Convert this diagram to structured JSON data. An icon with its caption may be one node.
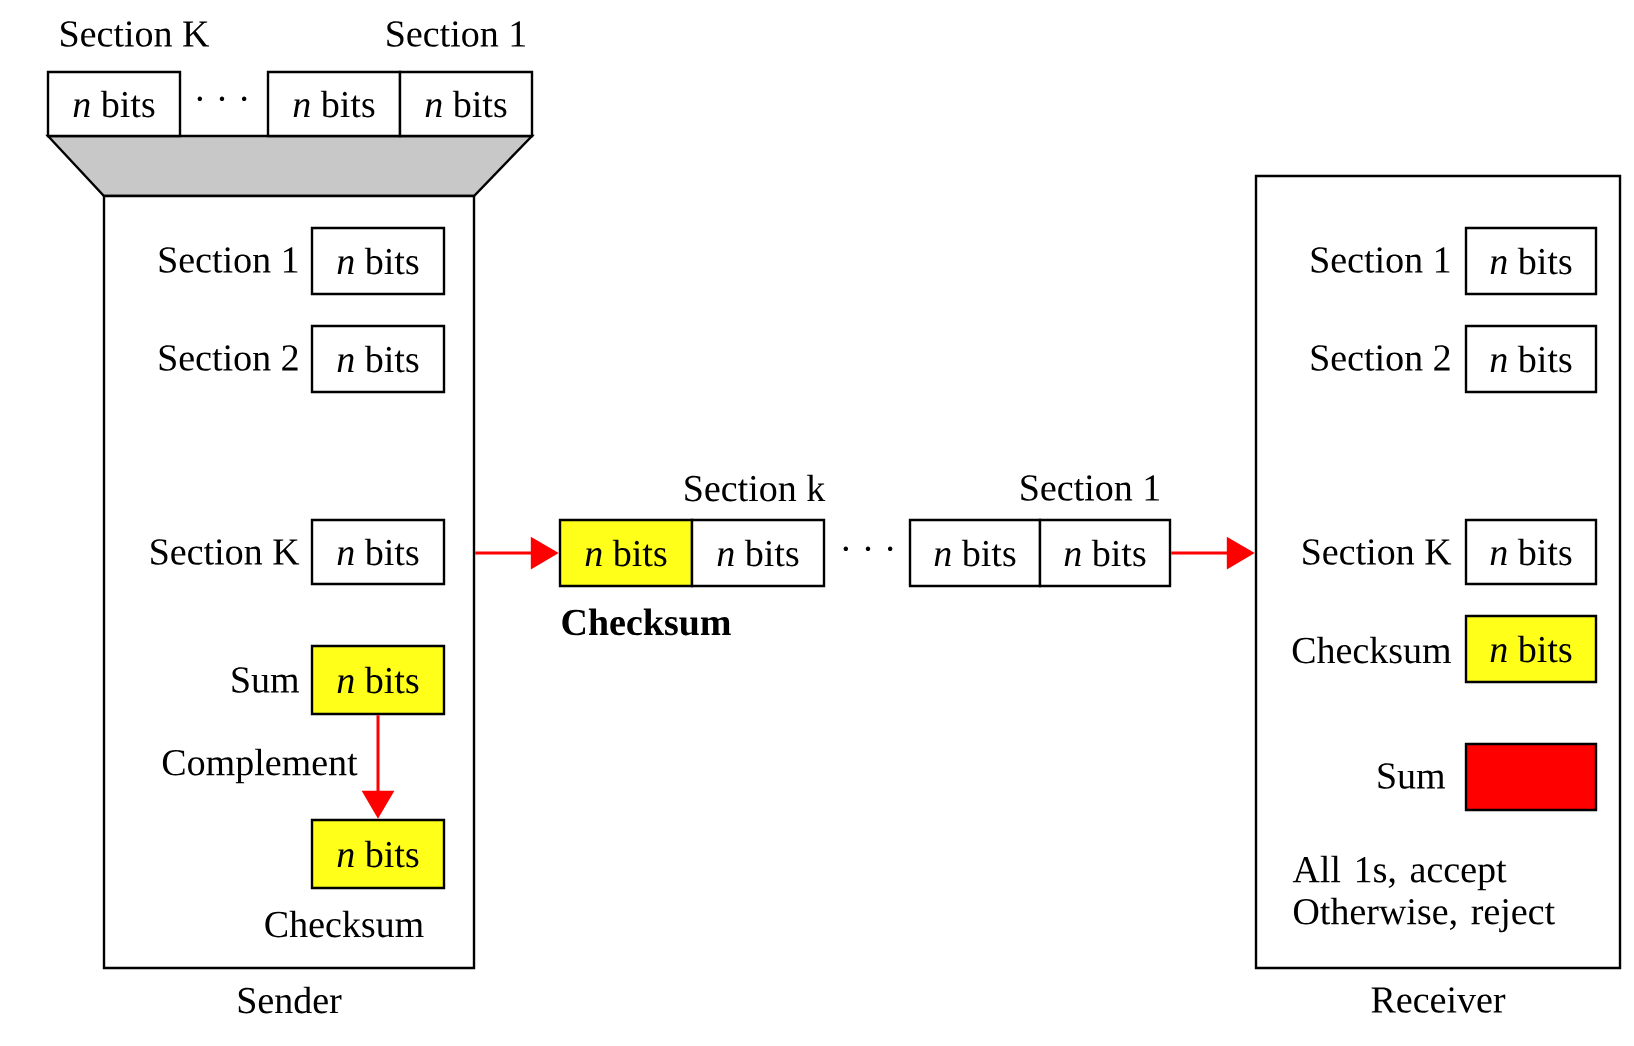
{
  "diagram": {
    "nodes": [
      {
        "text": [
          "*n* bits"
        ],
        "beside": [
          "Section K"
        ]
      },
      {
        "text": [
          "*n* bits"
        ]
      },
      {
        "text": [
          "*n* bits"
        ],
        "beside": [
          "Section 1"
        ]
      },
      {
        "text": [
          "Sender"
        ]
      },
      {
        "text": [
          "*n* bits"
        ],
        "beside": [
          "Section 1"
        ],
        "in": 3
      },
      {
        "text": [
          "*n* bits"
        ],
        "beside": [
          "Section 2"
        ],
        "in": 3
      },
      {
        "text": [
          "*n* bits"
        ],
        "beside": [
          "Section K"
        ],
        "in": 3
      },
      {
        "text": [
          "*n* bits"
        ],
        "beside": [
          "Sum"
        ],
        "in": 3
      },
      {
        "text": [
          "*n* bits"
        ],
        "beside": [
          "Checksum"
        ],
        "in": 3
      },
      {
        "text": [
          "*n* bits"
        ],
        "beside": [
          "Checksum"
        ]
      },
      {
        "text": [
          "*n* bits"
        ],
        "beside": [
          "Section k"
        ]
      },
      {
        "text": [
          "*n* bits"
        ]
      },
      {
        "text": [
          "*n* bits"
        ],
        "beside": [
          "Section 1"
        ]
      },
      {
        "text": [
          "Receiver"
        ]
      },
      {
        "text": [
          "*n* bits"
        ],
        "beside": [
          "Section 1"
        ],
        "in": 13
      },
      {
        "text": [
          "*n* bits"
        ],
        "beside": [
          "Section 2"
        ],
        "in": 13
      },
      {
        "text": [
          "*n* bits"
        ],
        "beside": [
          "Section K"
        ],
        "in": 13
      },
      {
        "text": [
          "*n* bits"
        ],
        "beside": [
          "Checksum"
        ],
        "in": 13
      },
      {
        "text": [],
        "shape": "box",
        "beside": [
          "Sum"
        ],
        "in": 13
      }
    ],
    "edges": [
      {
        "from": 7,
        "to": 8,
        "arrow": "to",
        "label": "Complement"
      },
      {
        "from": 3,
        "to": 9,
        "arrow": "to"
      },
      {
        "from": 12,
        "to": 13,
        "arrow": "to"
      }
    ],
    "labels": [
      "· · ·",
      "· · ·",
      "All 1s, accept Otherwise, reject"
    ]
  }
}
